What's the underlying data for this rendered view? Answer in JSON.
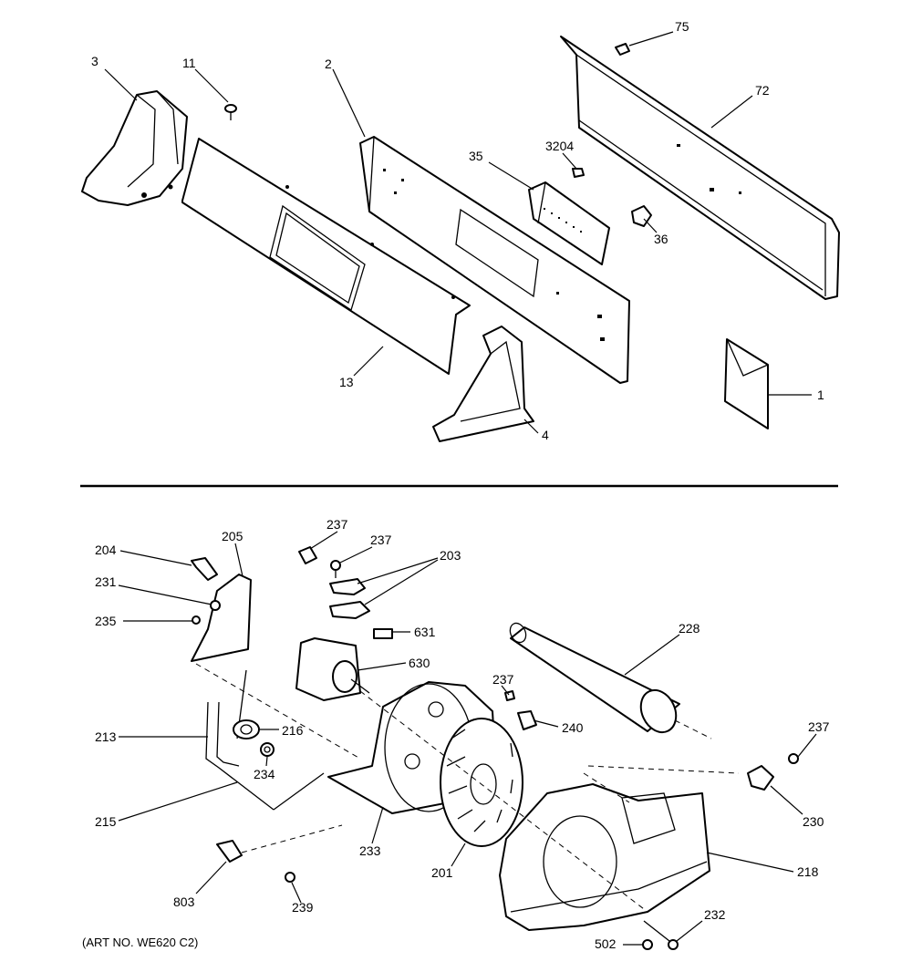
{
  "diagram": {
    "art_number": "(ART NO. WE620 C2)",
    "callouts": {
      "c1": "1",
      "c2": "2",
      "c3": "3",
      "c4": "4",
      "c11": "11",
      "c13": "13",
      "c35": "35",
      "c36": "36",
      "c72": "72",
      "c75": "75",
      "c3204": "3204",
      "c201": "201",
      "c203": "203",
      "c204": "204",
      "c205": "205",
      "c213": "213",
      "c215": "215",
      "c216": "216",
      "c218": "218",
      "c228": "228",
      "c230": "230",
      "c231": "231",
      "c232": "232",
      "c233": "233",
      "c234": "234",
      "c235": "235",
      "c237a": "237",
      "c237b": "237",
      "c237c": "237",
      "c237d": "237",
      "c239": "239",
      "c240": "240",
      "c502": "502",
      "c630": "630",
      "c631": "631",
      "c803": "803"
    }
  }
}
